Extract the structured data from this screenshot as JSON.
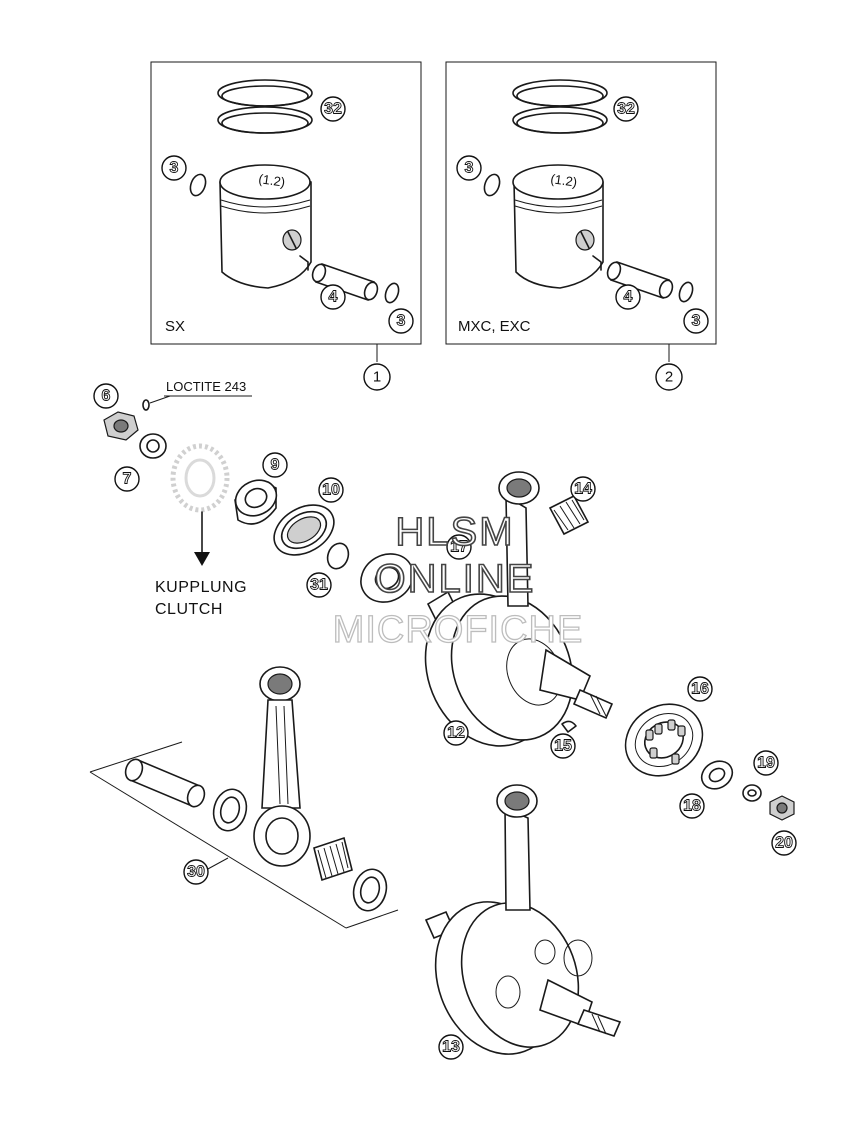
{
  "diagram": {
    "kits": [
      {
        "id": "kit-sx",
        "label": "SX",
        "callout": "1"
      },
      {
        "id": "kit-mxc-exc",
        "label": "MXC, EXC",
        "callout": "2"
      }
    ],
    "callouts": {
      "c1": "1",
      "c2": "2",
      "c3a": "3",
      "c3b": "3",
      "c3c": "3",
      "c3d": "3",
      "c4a": "4",
      "c4b": "4",
      "c32a": "32",
      "c32b": "32",
      "c6": "6",
      "c7": "7",
      "c9": "9",
      "c10": "10",
      "c12": "12",
      "c13": "13",
      "c14": "14",
      "c15": "15",
      "c16": "16",
      "c17": "17",
      "c18": "18",
      "c19": "19",
      "c20": "20",
      "c30": "30",
      "c31": "31"
    },
    "notes": {
      "loctite": "LOCTITE 243",
      "clutch_de": "KUPPLUNG",
      "clutch_en": "CLUTCH"
    },
    "watermark": {
      "line1": "HLSM",
      "line2": "ONLINE",
      "line3": "MICROFICHE"
    }
  }
}
